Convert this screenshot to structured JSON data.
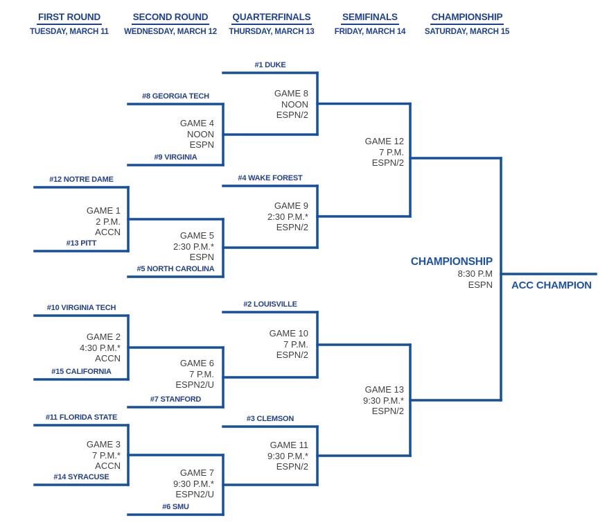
{
  "rounds": [
    {
      "title": "FIRST ROUND",
      "date": "TUESDAY, MARCH 11"
    },
    {
      "title": "SECOND ROUND",
      "date": "WEDNESDAY, MARCH 12"
    },
    {
      "title": "QUARTERFINALS",
      "date": "THURSDAY, MARCH 13"
    },
    {
      "title": "SEMIFINALS",
      "date": "FRIDAY, MARCH 14"
    },
    {
      "title": "CHAMPIONSHIP",
      "date": "SATURDAY, MARCH 15"
    }
  ],
  "seeds": {
    "duke": "#1 DUKE",
    "louisville": "#2 LOUISVILLE",
    "clemson": "#3 CLEMSON",
    "wake_forest": "#4 WAKE FOREST",
    "north_carolina": "#5 NORTH CAROLINA",
    "smu": "#6 SMU",
    "stanford": "#7 STANFORD",
    "georgia_tech": "#8 GEORGIA TECH",
    "virginia": "#9 VIRGINIA",
    "virginia_tech": "#10 VIRGINIA TECH",
    "florida_state": "#11 FLORIDA STATE",
    "notre_dame": "#12 NOTRE DAME",
    "pitt": "#13 PITT",
    "syracuse": "#14 SYRACUSE",
    "california": "#15 CALIFORNIA"
  },
  "games": {
    "game1": {
      "label": "GAME 1",
      "time": "2 P.M.",
      "network": "ACCN"
    },
    "game2": {
      "label": "GAME 2",
      "time": "4:30 P.M.*",
      "network": "ACCN"
    },
    "game3": {
      "label": "GAME 3",
      "time": "7 P.M.*",
      "network": "ACCN"
    },
    "game4": {
      "label": "GAME 4",
      "time": "NOON",
      "network": "ESPN"
    },
    "game5": {
      "label": "GAME 5",
      "time": "2:30 P.M.*",
      "network": "ESPN"
    },
    "game6": {
      "label": "GAME 6",
      "time": "7 P.M.",
      "network": "ESPN2/U"
    },
    "game7": {
      "label": "GAME 7",
      "time": "9:30 P.M.*",
      "network": "ESPN2/U"
    },
    "game8": {
      "label": "GAME 8",
      "time": "NOON",
      "network": "ESPN/2"
    },
    "game9": {
      "label": "GAME 9",
      "time": "2:30 P.M.*",
      "network": "ESPN/2"
    },
    "game10": {
      "label": "GAME 10",
      "time": "7 P.M.",
      "network": "ESPN/2"
    },
    "game11": {
      "label": "GAME 11",
      "time": "9:30 P.M.*",
      "network": "ESPN/2"
    },
    "game12": {
      "label": "GAME 12",
      "time": "7 P.M.",
      "network": "ESPN/2"
    },
    "game13": {
      "label": "GAME 13",
      "time": "9:30 P.M.*",
      "network": "ESPN/2"
    }
  },
  "final": {
    "title": "CHAMPIONSHIP",
    "time": "8:30 P.M",
    "network": "ESPN",
    "champion_label": "ACC CHAMPION"
  },
  "colors": {
    "line": "#15509e",
    "team_text": "#23408f",
    "header_text": "#1e4094",
    "accent_text": "#1d52a5",
    "info_text": "#404040"
  }
}
